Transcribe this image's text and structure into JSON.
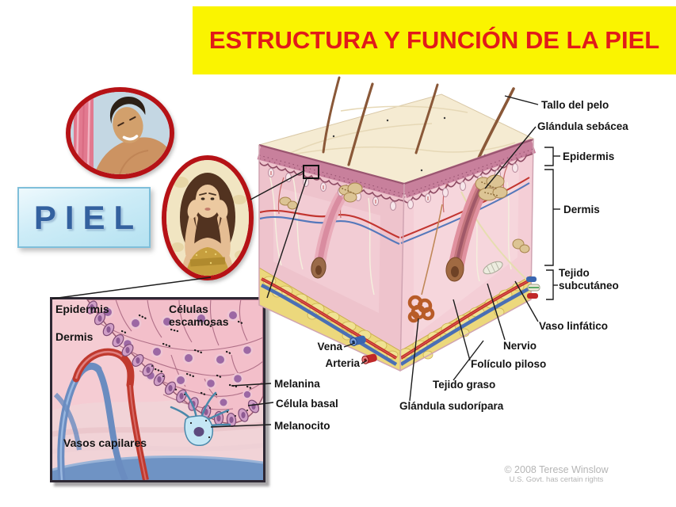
{
  "title": "ESTRUCTURA Y FUNCIÓN DE LA PIEL",
  "piel_box": {
    "label": "PIEL"
  },
  "skin_diagram": {
    "labels": {
      "tallo_del_pelo": "Tallo del pelo",
      "glandula_sebacea": "Glándula sebácea",
      "epidermis": "Epidermis",
      "dermis": "Dermis",
      "tejido_subcutaneo": "Tejido subcutáneo",
      "vaso_linfatico": "Vaso linfático",
      "nervio": "Nervio",
      "foliculo_piloso": "Folículo piloso",
      "tejido_graso": "Tejido graso",
      "glandula_sudoripara": "Glándula sudorípara",
      "vena": "Vena",
      "arteria": "Arteria",
      "melanina": "Melanina",
      "celula_basal": "Célula basal",
      "melanocito": "Melanocito"
    }
  },
  "inset": {
    "labels": {
      "epidermis": "Epidermis",
      "dermis": "Dermis",
      "celulas_escamosas": "Células escamosas",
      "vasos_capilares": "Vasos capilares"
    }
  },
  "credit": {
    "line1": "© 2008 Terese Winslow",
    "line2": "U.S. Govt. has certain rights"
  },
  "colors": {
    "banner_bg": "#FAF400",
    "banner_text": "#E11A1A",
    "piel_text": "#33619F",
    "photo_border": "#B61216",
    "epidermis_band": "#C8809C",
    "dermis_face": "#EEC3CC",
    "fat_layer": "#ECD87C",
    "artery": "#C03028",
    "vein": "#4A6FB5"
  }
}
